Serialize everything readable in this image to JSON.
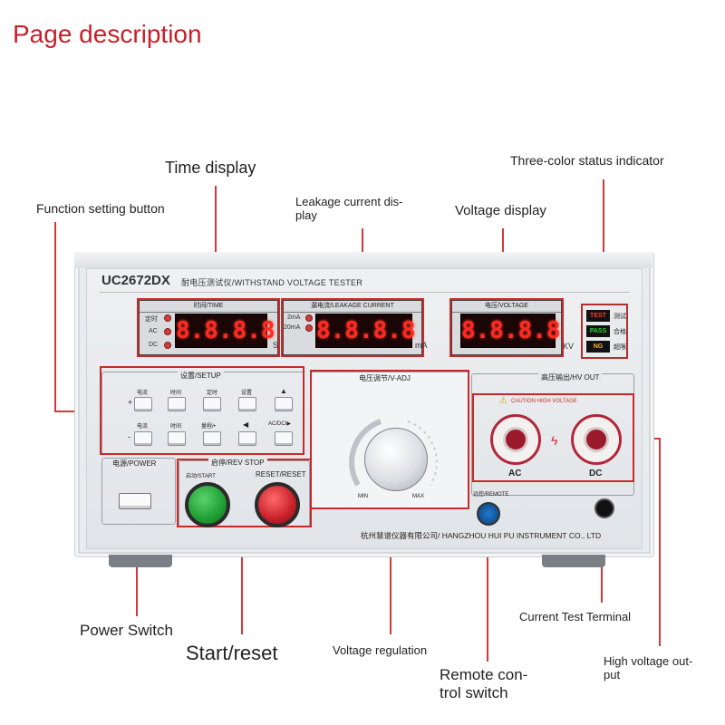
{
  "page_title": "Page description",
  "callouts": {
    "time_display": "Time display",
    "function_setting": "Function setting button",
    "leakage_line1": "Leakage current dis-",
    "leakage_line2": "play",
    "voltage_display": "Voltage display",
    "status_indicator": "Three-color status indicator",
    "power_switch": "Power Switch",
    "start_reset": "Start/reset",
    "voltage_regulation": "Voltage regulation",
    "remote_line1": "Remote con-",
    "remote_line2": "trol switch",
    "current_test_terminal": "Current Test Terminal",
    "hv_output_line1": "High voltage out-",
    "hv_output_line2": "put"
  },
  "device": {
    "model": "UC2672DX",
    "subtitle": "耐电压测试仪/WITHSTAND VOLTAGE TESTER",
    "time_panel": {
      "header": "时间/TIME",
      "value": "8.8.8.8",
      "unit": "S",
      "indicators": [
        "定时",
        "AC",
        "DC"
      ]
    },
    "leakage_panel": {
      "header": "漏电流/LEAKAGE CURRENT",
      "value": "8.8.8.8",
      "unit": "mA",
      "indicators": [
        "2mA",
        "20mA"
      ]
    },
    "voltage_panel": {
      "header": "电压/VOLTAGE",
      "value": "8.8.8.8",
      "unit": "KV"
    },
    "status": [
      {
        "label": "TEST",
        "text_cn": "测试",
        "color": "#ff3b30"
      },
      {
        "label": "PASS",
        "text_cn": "合格",
        "color": "#2bd62b"
      },
      {
        "label": "NG",
        "text_cn": "超限",
        "color": "#ffb020"
      }
    ],
    "setup": {
      "title": "设置/SETUP",
      "row1": [
        "电流",
        "时间",
        "定时",
        "设置",
        "▲"
      ],
      "row2": [
        "电流",
        "时间",
        "量程/•",
        "◀",
        "AC/DC/▶"
      ],
      "side_plus": "+",
      "side_minus": "-"
    },
    "power": {
      "title": "电源/POWER"
    },
    "start_stop": {
      "title": "启停/REV STOP",
      "start_label": "启动/START",
      "reset_label": "RESET/RESET"
    },
    "vadj": {
      "title": "电压调节/V-ADJ",
      "min": "MIN",
      "max": "MAX"
    },
    "hv": {
      "title": "高压输出/HV OUT",
      "caution": "CAUTION HIGH VOLTAGE",
      "ac": "AC",
      "dc": "DC"
    },
    "remote_label": "远控/REMOTE",
    "company": "杭州慧谱仪器有限公司/ HANGZHOU HUI PU INSTRUMENT CO., LTD",
    "colors": {
      "callout_line": "#d23a3a",
      "led": "#ff2a22",
      "start_button": "#1f9e33",
      "reset_button": "#c8202a"
    }
  }
}
